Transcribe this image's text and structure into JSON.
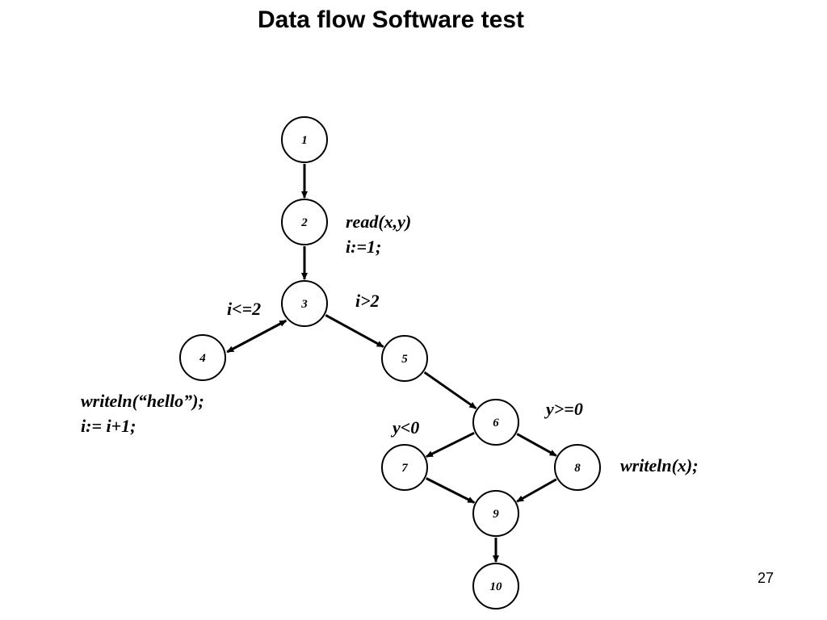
{
  "slide": {
    "title": "Data flow Software test",
    "page_number": "27"
  },
  "diagram": {
    "nodes": [
      {
        "id": "1",
        "label": "1"
      },
      {
        "id": "2",
        "label": "2"
      },
      {
        "id": "3",
        "label": "3"
      },
      {
        "id": "4",
        "label": "4"
      },
      {
        "id": "5",
        "label": "5"
      },
      {
        "id": "6",
        "label": "6"
      },
      {
        "id": "7",
        "label": "7"
      },
      {
        "id": "8",
        "label": "8"
      },
      {
        "id": "9",
        "label": "9"
      },
      {
        "id": "10",
        "label": "10"
      }
    ],
    "edges": [
      {
        "from": "1",
        "to": "2"
      },
      {
        "from": "2",
        "to": "3"
      },
      {
        "from": "3",
        "to": "4"
      },
      {
        "from": "4",
        "to": "3"
      },
      {
        "from": "3",
        "to": "5"
      },
      {
        "from": "5",
        "to": "6"
      },
      {
        "from": "6",
        "to": "7"
      },
      {
        "from": "6",
        "to": "8"
      },
      {
        "from": "7",
        "to": "9"
      },
      {
        "from": "8",
        "to": "9"
      },
      {
        "from": "9",
        "to": "10"
      }
    ],
    "annotations": {
      "node2_line1": "read(x,y)",
      "node2_line2": "i:=1;",
      "edge_3_4": "i<=2",
      "edge_3_5": "i>2",
      "node4_line1": "writeln(“hello”);",
      "node4_line2": "i:= i+1;",
      "edge_6_7": "y<0",
      "edge_6_8": "y>=0",
      "node8": "writeln(x);"
    }
  }
}
